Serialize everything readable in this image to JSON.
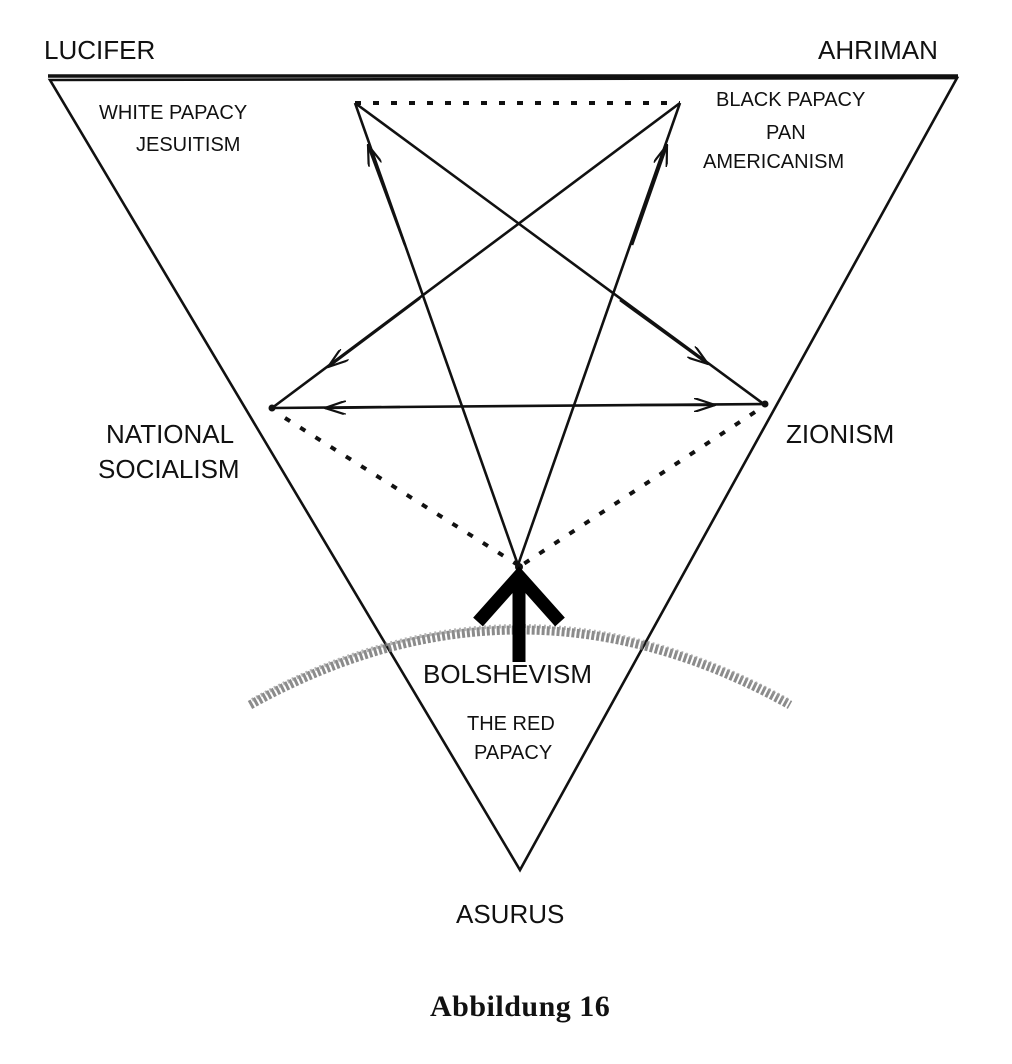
{
  "labels": {
    "lucifer": "LUCIFER",
    "ahriman": "AHRIMAN",
    "white_papacy": "WHITE PAPACY",
    "jesuitism": "JESUITISM",
    "black_papacy": "BLACK  PAPACY",
    "pan": "PAN",
    "americanism": "AMERICANISM",
    "national": "NATIONAL",
    "socialism": "SOCIALISM",
    "zionism": "ZIONISM",
    "bolshevism": "BOLSHEVISM",
    "the_red": "THE RED",
    "papacy": "PAPACY",
    "asurus": "ASURUS"
  },
  "caption": "Abbildung 16",
  "colors": {
    "ink": "#111111",
    "background": "#ffffff",
    "horizon": "#777777"
  }
}
